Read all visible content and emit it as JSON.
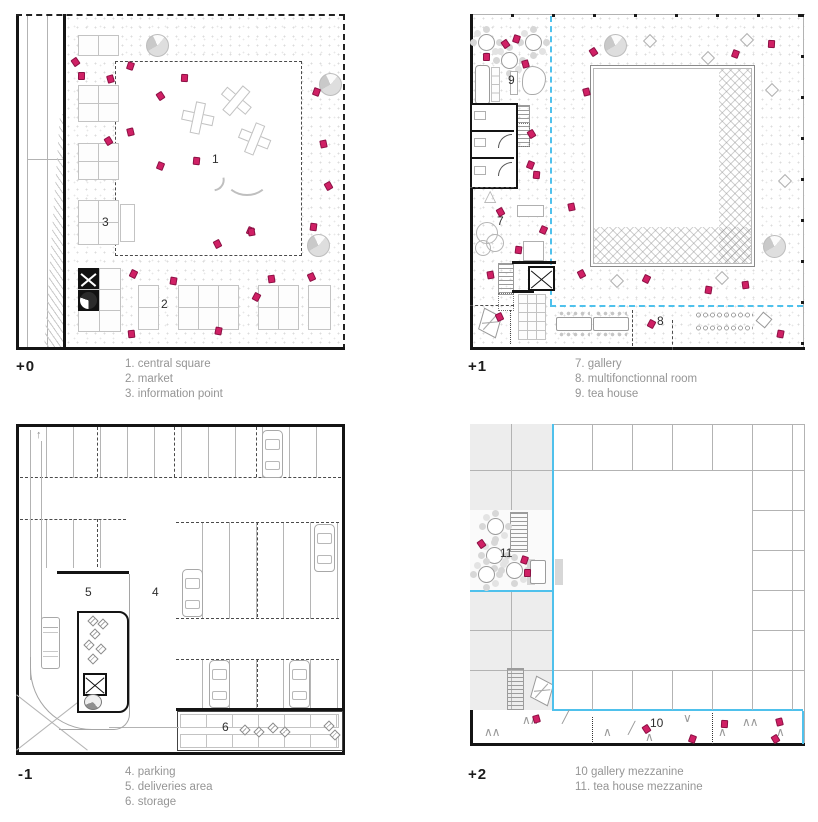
{
  "colors": {
    "people": "#d02065",
    "cyan": "#4fc1ec",
    "wall": "#141414",
    "light_line": "#b3b3b3"
  },
  "plans": {
    "p0": {
      "level": "+0",
      "legend": [
        "1. central square",
        "2. market",
        "3. information point"
      ],
      "labels": {
        "square": "1",
        "market": "2",
        "info": "3"
      },
      "people": [
        [
          56,
          44
        ],
        [
          111,
          48
        ],
        [
          62,
          58
        ],
        [
          91,
          61
        ],
        [
          141,
          78
        ],
        [
          297,
          74
        ],
        [
          165,
          60
        ],
        [
          111,
          114
        ],
        [
          89,
          123
        ],
        [
          141,
          148
        ],
        [
          177,
          143
        ],
        [
          304,
          126
        ],
        [
          309,
          168
        ],
        [
          231,
          213
        ],
        [
          294,
          209
        ],
        [
          232,
          214
        ],
        [
          198,
          226
        ],
        [
          114,
          256
        ],
        [
          154,
          263
        ],
        [
          252,
          261
        ],
        [
          292,
          259
        ],
        [
          237,
          279
        ],
        [
          199,
          313
        ],
        [
          112,
          316
        ]
      ],
      "trees": [
        [
          141,
          31
        ],
        [
          302,
          231
        ],
        [
          314,
          70
        ]
      ]
    },
    "p1": {
      "level": "+1",
      "legend": [
        "7. gallery",
        "8. multifonctionnal room",
        "9. tea house"
      ],
      "labels": {
        "gallery": "7",
        "multi": "8",
        "tea": "9"
      },
      "people": [
        [
          32,
          26
        ],
        [
          43,
          21
        ],
        [
          13,
          39
        ],
        [
          52,
          46
        ],
        [
          120,
          34
        ],
        [
          262,
          36
        ],
        [
          298,
          26
        ],
        [
          113,
          74
        ],
        [
          58,
          116
        ],
        [
          57,
          147
        ],
        [
          63,
          157
        ],
        [
          98,
          189
        ],
        [
          27,
          194
        ],
        [
          70,
          212
        ],
        [
          45,
          232
        ],
        [
          17,
          257
        ],
        [
          108,
          256
        ],
        [
          173,
          261
        ],
        [
          235,
          272
        ],
        [
          272,
          267
        ],
        [
          26,
          299
        ],
        [
          178,
          306
        ],
        [
          307,
          316
        ]
      ],
      "trees": [
        [
          145,
          31
        ],
        [
          304,
          232
        ]
      ],
      "diamonds": [
        [
          175,
          22
        ],
        [
          272,
          21
        ],
        [
          233,
          39
        ],
        [
          297,
          71
        ],
        [
          310,
          162
        ],
        [
          247,
          259
        ],
        [
          142,
          262
        ]
      ]
    },
    "pm1": {
      "level": "-1",
      "legend": [
        "4. parking",
        "5. deliveries area",
        "6. storage"
      ],
      "labels": {
        "parking": "4",
        "deliveries": "5",
        "storage": "6"
      },
      "units_storage": [
        [
          222,
          299
        ],
        [
          236,
          301
        ],
        [
          250,
          297
        ],
        [
          262,
          301
        ],
        [
          306,
          295
        ],
        [
          312,
          304
        ]
      ],
      "units_delivery": [
        [
          70,
          190
        ],
        [
          80,
          193
        ],
        [
          72,
          203
        ],
        [
          66,
          214
        ],
        [
          78,
          218
        ],
        [
          70,
          228
        ]
      ]
    },
    "p2": {
      "level": "+2",
      "legend": [
        "10 gallery mezzanine",
        "11. tea house mezzanine"
      ],
      "labels": {
        "gallery_mezz": "10",
        "tea_mezz": "11"
      },
      "people": [
        [
          8,
          116
        ],
        [
          51,
          132
        ],
        [
          54,
          145
        ],
        [
          63,
          291
        ],
        [
          173,
          301
        ],
        [
          219,
          311
        ],
        [
          251,
          296
        ],
        [
          306,
          294
        ],
        [
          302,
          311
        ]
      ],
      "chevrons": [
        [
          14,
          303,
          "∧∧"
        ],
        [
          52,
          291,
          "∧∧"
        ],
        [
          92,
          288,
          "╱"
        ],
        [
          133,
          303,
          "∧"
        ],
        [
          158,
          299,
          "╱"
        ],
        [
          175,
          308,
          "∧"
        ],
        [
          213,
          289,
          "∨"
        ],
        [
          248,
          303,
          "∧"
        ],
        [
          272,
          293,
          "∧∧"
        ],
        [
          306,
          303,
          "∧"
        ]
      ]
    }
  }
}
